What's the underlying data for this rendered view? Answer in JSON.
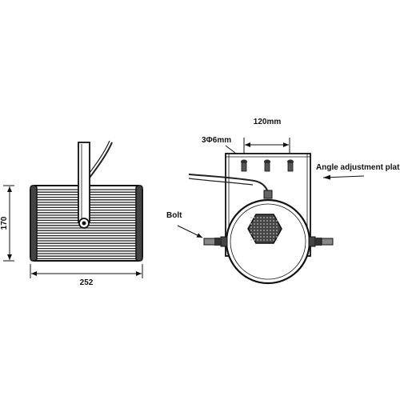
{
  "dimensions": {
    "height": "170",
    "width": "252",
    "plate_width": "120mm",
    "holes": "3Φ6mm"
  },
  "labels": {
    "angle_plate": "Angle adjustment plate",
    "bolt": "Bolt"
  }
}
